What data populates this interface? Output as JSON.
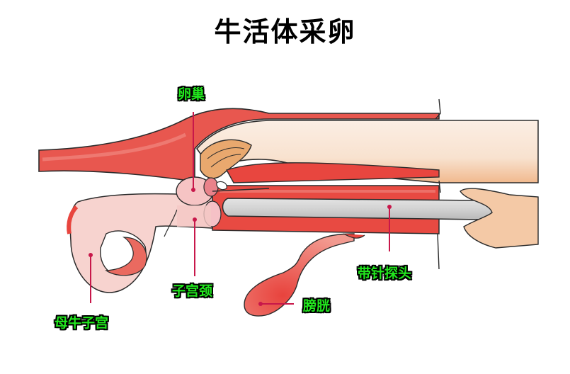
{
  "title": "牛活体采卵",
  "labels": {
    "ovary": "卵巢",
    "cervix": "子宫颈",
    "uterus": "母牛子宫",
    "bladder": "膀胱",
    "needle_probe": "带针探头"
  },
  "colors": {
    "label_text": "#22e81e",
    "label_outline": "#000000",
    "pointer": "#c8174a",
    "tissue_red": "#e8453e",
    "tissue_pink": "#f7c9c4",
    "skin": "#f8e0cc",
    "probe": "#cfcfcf",
    "outline": "#2b2b2b"
  }
}
